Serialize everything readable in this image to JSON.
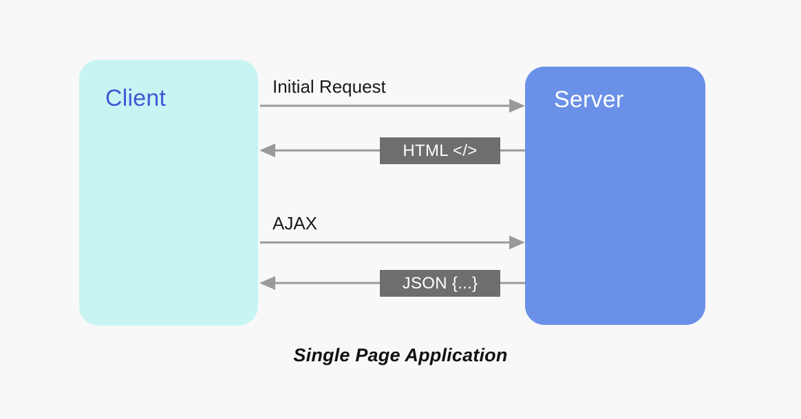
{
  "diagram": {
    "caption": "Single Page Application",
    "background_color": "#f8f8f8",
    "nodes": [
      {
        "id": "client",
        "label": "Client",
        "fill_color": "#c9f4f4",
        "text_color": "#3f58d4"
      },
      {
        "id": "server",
        "label": "Server",
        "fill_color": "#6b90e8",
        "text_color": "#ffffff"
      }
    ],
    "edges": [
      {
        "id": "initial-request",
        "label": "Initial Request",
        "from": "client",
        "to": "server",
        "direction": "right",
        "style": "plain-label",
        "line_color": "#9a9a9a"
      },
      {
        "id": "html-response",
        "label": "HTML </>",
        "from": "server",
        "to": "client",
        "direction": "left",
        "style": "badge",
        "badge_color": "#6e6e6e",
        "badge_text_color": "#ffffff",
        "line_color": "#9a9a9a"
      },
      {
        "id": "ajax-request",
        "label": "AJAX",
        "from": "client",
        "to": "server",
        "direction": "right",
        "style": "plain-label",
        "line_color": "#9a9a9a"
      },
      {
        "id": "json-response",
        "label": "JSON {...}",
        "from": "server",
        "to": "client",
        "direction": "left",
        "style": "badge",
        "badge_color": "#6e6e6e",
        "badge_text_color": "#ffffff",
        "line_color": "#9a9a9a"
      }
    ]
  }
}
